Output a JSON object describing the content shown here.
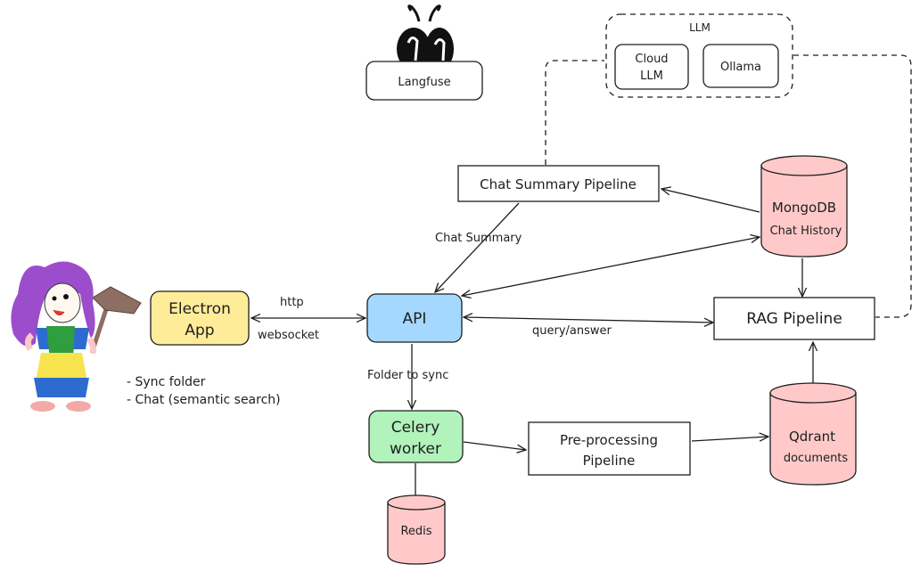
{
  "nodes": {
    "langfuse": "Langfuse",
    "llm_group": "LLM",
    "cloud_llm": [
      "Cloud",
      "LLM"
    ],
    "ollama": "Ollama",
    "chat_summary_pipeline": "Chat Summary Pipeline",
    "mongodb": [
      "MongoDB",
      "Chat History"
    ],
    "electron_app": [
      "Electron",
      "App"
    ],
    "api": "API",
    "rag_pipeline": "RAG Pipeline",
    "celery_worker": [
      "Celery",
      "worker"
    ],
    "preprocessing_pipeline": [
      "Pre-processing",
      "Pipeline"
    ],
    "qdrant": [
      "Qdrant",
      "documents"
    ],
    "redis": "Redis"
  },
  "edges": {
    "chat_summary": "Chat Summary",
    "http": "http",
    "websocket": "websocket",
    "query_answer": "query/answer",
    "folder_to_sync": "Folder to sync"
  },
  "notes": [
    "- Sync folder",
    "- Chat (semantic search)"
  ],
  "colors": {
    "electron": "#ffec99",
    "api": "#a5d8ff",
    "celery": "#b2f2bb",
    "db": "#ffc9c9",
    "stroke": "#1e1e1e"
  }
}
